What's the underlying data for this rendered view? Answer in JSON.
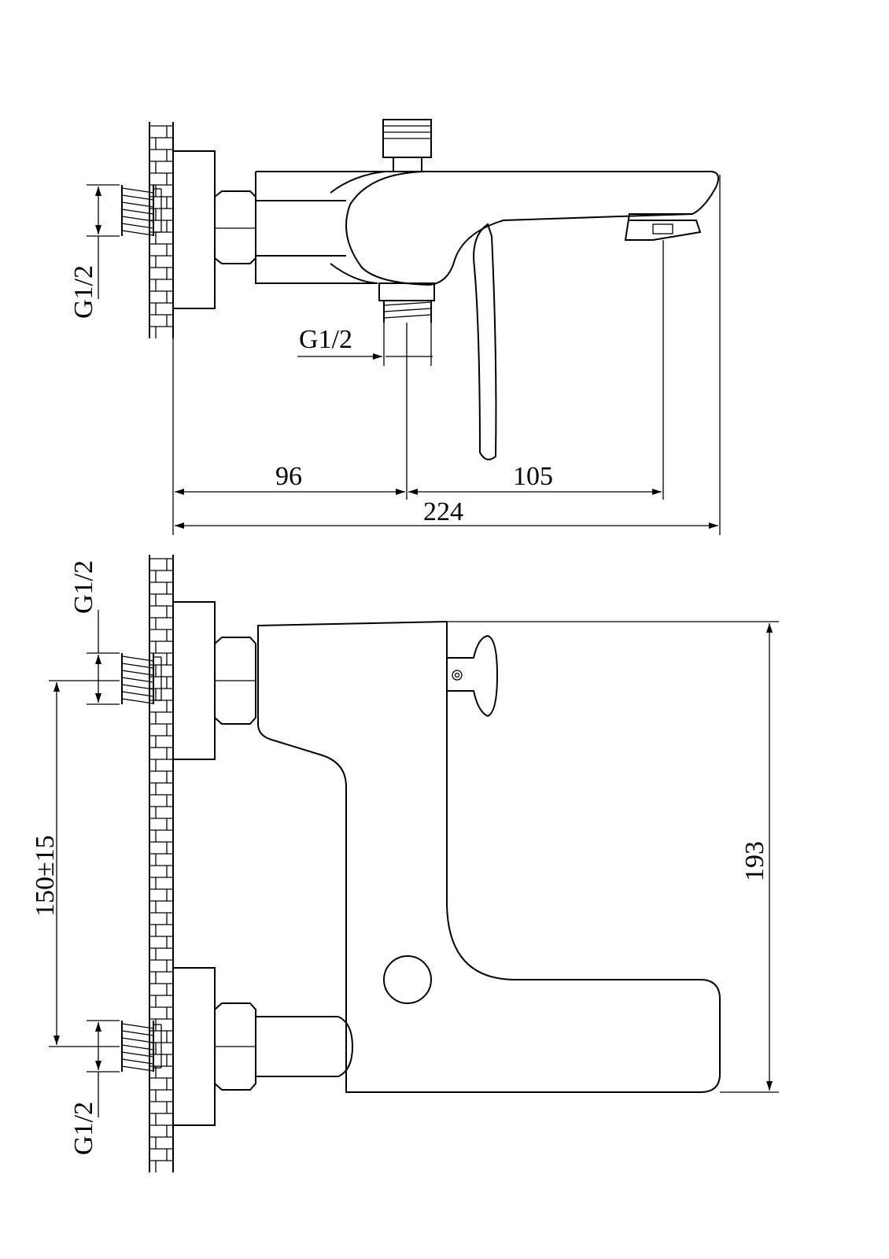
{
  "drawing": {
    "top_view": {
      "thread_left_label": "G1/2",
      "thread_outlet_label": "G1/2",
      "dim_wall_to_outlet": "96",
      "dim_outlet_to_spout": "105",
      "dim_overall_length": "224"
    },
    "side_view": {
      "thread_upper_label": "G1/2",
      "thread_lower_label": "G1/2",
      "dim_inlet_spacing": "150±15",
      "dim_height": "193"
    }
  }
}
